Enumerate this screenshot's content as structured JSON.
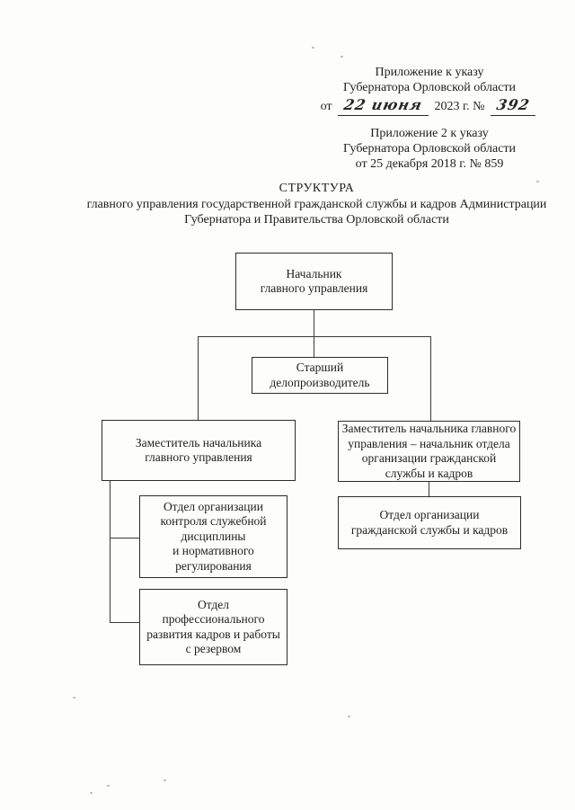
{
  "colors": {
    "background": "#fdfdfc",
    "ink": "#1e1e1e",
    "line": "#3a3a3a",
    "handwriting": "#272727"
  },
  "header": {
    "annotation_primary": {
      "line1": "Приложение к указу",
      "line2": "Губернатора Орловской области",
      "line3_prefix": "от",
      "date_handwritten": "22 июня",
      "line3_middle": "2023 г. №",
      "number_handwritten": "392"
    },
    "annotation_secondary": {
      "line1": "Приложение 2 к указу",
      "line2": "Губернатора Орловской области",
      "line3": "от 25 декабря 2018 г. № 859"
    }
  },
  "title": {
    "line1": "СТРУКТУРА",
    "line2": "главного управления государственной гражданской службы и кадров",
    "line3": "Администрации Губернатора и Правительства Орловской области"
  },
  "org_chart": {
    "nodes": [
      {
        "id": "head",
        "label": "Начальник\nглавного управления"
      },
      {
        "id": "clerk",
        "label": "Старший\nделопроизводитель"
      },
      {
        "id": "deputy_left",
        "label": "Заместитель начальника\nглавного управления"
      },
      {
        "id": "deputy_right",
        "label": "Заместитель начальника главного\nуправления – начальник отдела\nорганизации гражданской\nслужбы и кадров"
      },
      {
        "id": "dept_civil",
        "label": "Отдел организации\nгражданской службы и кадров"
      },
      {
        "id": "dept_control",
        "label": "Отдел организации\nконтроля служебной\nдисциплины\nи нормативного\nрегулирования"
      },
      {
        "id": "dept_prof",
        "label": "Отдел\nпрофессионального\nразвития кадров и работы\nс резервом"
      }
    ]
  }
}
